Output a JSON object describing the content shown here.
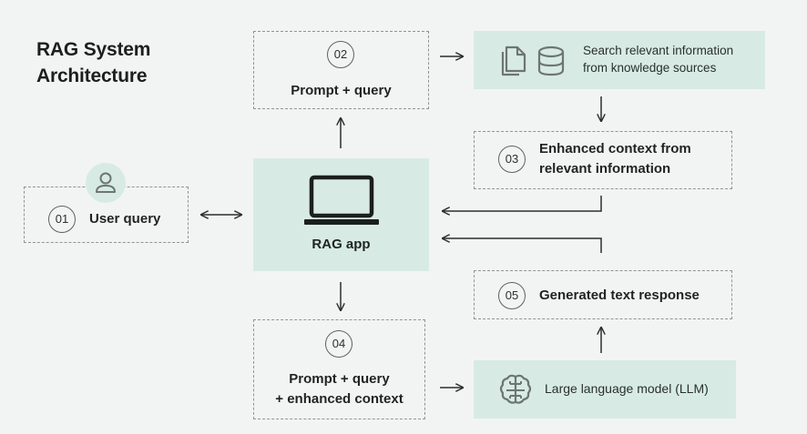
{
  "title_line1": "RAG System",
  "title_line2": "Architecture",
  "steps": {
    "s01": {
      "num": "01",
      "label": "User query"
    },
    "s02": {
      "num": "02",
      "label": "Prompt + query"
    },
    "s03": {
      "num": "03",
      "label_line1": "Enhanced context from",
      "label_line2": "relevant information"
    },
    "s04": {
      "num": "04",
      "label_line1": "Prompt + query",
      "label_line2": "+ enhanced context"
    },
    "s05": {
      "num": "05",
      "label": "Generated text response"
    }
  },
  "rag_app": {
    "label": "RAG app"
  },
  "search": {
    "line1": "Search relevant information",
    "line2": "from knowledge sources"
  },
  "llm": {
    "label": "Large language model (LLM)"
  },
  "icons": [
    "user-icon",
    "laptop-icon",
    "document-icon",
    "database-icon",
    "brain-icon"
  ],
  "colors": {
    "background": "#f2f4f3",
    "box_fill": "#d7ebe4",
    "icon": "#6e7572"
  }
}
